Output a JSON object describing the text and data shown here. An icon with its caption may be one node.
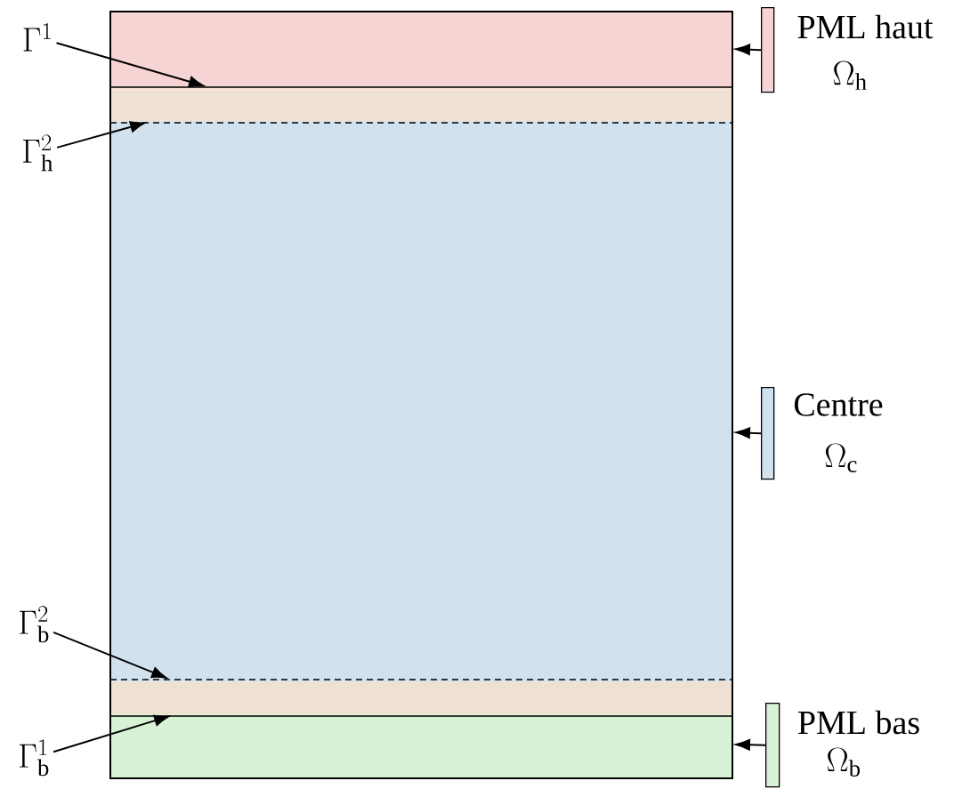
{
  "diagram": {
    "nodes": [
      {
        "text": [],
        "shape": "box"
      },
      {
        "text": [],
        "shape": "box"
      },
      {
        "text": [],
        "shape": "box"
      },
      {
        "text": [],
        "shape": "box"
      },
      {
        "text": [],
        "shape": "box"
      },
      {
        "text": [],
        "shape": "line",
        "in": 0
      },
      {
        "text": [],
        "shape": "line",
        "in": 2
      },
      {
        "text": [],
        "shape": "line",
        "in": 2
      },
      {
        "text": [],
        "shape": "line",
        "in": 4
      },
      {
        "text": [
          "\\Gamma^{1}"
        ]
      },
      {
        "text": [
          "\\Gamma_{\\mathrm{h}}^{2}"
        ]
      },
      {
        "text": [
          "\\Gamma_{\\mathrm{b}}^{2}"
        ]
      },
      {
        "text": [
          "\\Gamma_{\\mathrm{b}}^{1}"
        ]
      },
      {
        "text": [],
        "shape": "bar",
        "beside": [
          "PML haut",
          "\\Omega_{\\mathrm{h}}"
        ]
      },
      {
        "text": [],
        "shape": "bar",
        "beside": [
          "Centre",
          "\\Omega_{\\mathrm{c}}"
        ]
      },
      {
        "text": [],
        "shape": "bar",
        "beside": [
          "PML bas",
          "\\Omega_{\\mathrm{b}}"
        ]
      }
    ],
    "edges": [
      {
        "from": 9,
        "to": 5,
        "arrow": "to"
      },
      {
        "from": 10,
        "to": 6,
        "arrow": "to"
      },
      {
        "from": 11,
        "to": 7,
        "arrow": "to"
      },
      {
        "from": 12,
        "to": 8,
        "arrow": "to"
      },
      {
        "from": 13,
        "to": 0,
        "arrow": "to"
      },
      {
        "from": 14,
        "to": 2,
        "arrow": "to"
      },
      {
        "from": 15,
        "to": 4,
        "arrow": "to"
      }
    ]
  }
}
